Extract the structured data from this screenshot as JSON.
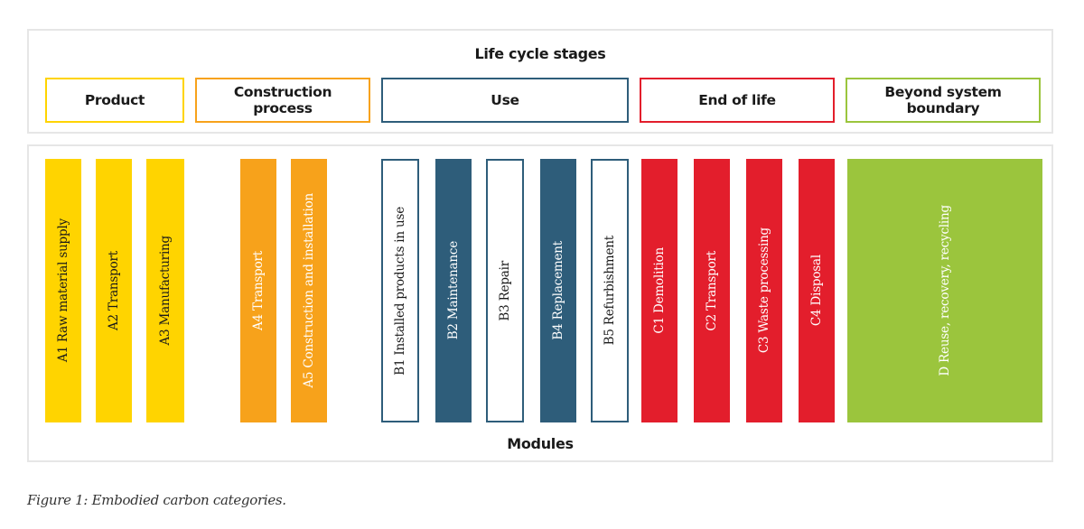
{
  "stages_title": "Life cycle stages",
  "modules_title": "Modules",
  "caption": "Figure 1: Embodied carbon categories.",
  "colors": {
    "product": "#ffd400",
    "construction": "#f7a21b",
    "use": "#2e5d7a",
    "end_of_life": "#e31e2c",
    "beyond": "#9bc53d"
  },
  "stages": [
    {
      "label": "Product",
      "color": "#ffd400"
    },
    {
      "label": "Construction process",
      "color": "#f7a21b"
    },
    {
      "label": "Use",
      "color": "#2e5d7a"
    },
    {
      "label": "End of life",
      "color": "#e31e2c"
    },
    {
      "label": "Beyond system boundary",
      "color": "#9bc53d"
    }
  ],
  "modules": [
    {
      "label": "A1 Raw material supply",
      "fill": "#ffd400",
      "outline": false,
      "text_color": "#1a1a1a"
    },
    {
      "label": "A2 Transport",
      "fill": "#ffd400",
      "outline": false,
      "text_color": "#1a1a1a"
    },
    {
      "label": "A3 Manufacturing",
      "fill": "#ffd400",
      "outline": false,
      "text_color": "#1a1a1a"
    },
    {
      "label": "A4 Transport",
      "fill": "#f7a21b",
      "outline": false,
      "text_color": "#ffffff"
    },
    {
      "label": "A5 Construction and installation",
      "fill": "#f7a21b",
      "outline": false,
      "text_color": "#ffffff"
    },
    {
      "label": "B1 Installed products in use",
      "fill": "#ffffff",
      "outline": true,
      "text_color": "#1a1a1a"
    },
    {
      "label": "B2 Maintenance",
      "fill": "#2e5d7a",
      "outline": false,
      "text_color": "#ffffff"
    },
    {
      "label": "B3 Repair",
      "fill": "#ffffff",
      "outline": true,
      "text_color": "#1a1a1a"
    },
    {
      "label": "B4 Replacement",
      "fill": "#2e5d7a",
      "outline": false,
      "text_color": "#ffffff"
    },
    {
      "label": "B5 Refurbishment",
      "fill": "#ffffff",
      "outline": true,
      "text_color": "#1a1a1a"
    },
    {
      "label": "C1 Demolition",
      "fill": "#e31e2c",
      "outline": false,
      "text_color": "#ffffff"
    },
    {
      "label": "C2 Transport",
      "fill": "#e31e2c",
      "outline": false,
      "text_color": "#ffffff"
    },
    {
      "label": "C3 Waste processing",
      "fill": "#e31e2c",
      "outline": false,
      "text_color": "#ffffff"
    },
    {
      "label": "C4 Disposal",
      "fill": "#e31e2c",
      "outline": false,
      "text_color": "#ffffff"
    },
    {
      "label": "D Reuse, recovery, recycling",
      "fill": "#9bc53d",
      "outline": false,
      "text_color": "#ffffff"
    }
  ]
}
